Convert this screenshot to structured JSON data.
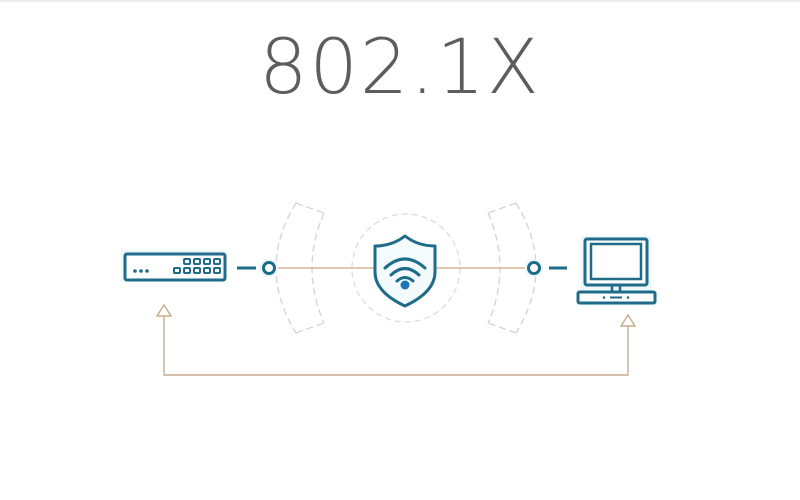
{
  "title": "802.1X",
  "colors": {
    "background": "#ffffff",
    "title_text": "#5d5d5d",
    "icon_stroke": "#1e6b8a",
    "icon_accent": "#1b75b8",
    "icon_glow": "#e6f6fb",
    "link_line": "#d7b89a",
    "feedback_line": "#c9ad8f",
    "arrow_fill": "#ffffff",
    "dashed_arcs": "#cfcfcf"
  },
  "nodes": [
    {
      "id": "supplicant-switch",
      "icon": "network-switch-icon",
      "position": "left"
    },
    {
      "id": "authenticator",
      "icon": "shield-wifi-icon",
      "position": "center"
    },
    {
      "id": "client-computer",
      "icon": "desktop-computer-icon",
      "position": "right"
    }
  ],
  "connectors": [
    {
      "id": "left-port",
      "icon": "port-circle-icon"
    },
    {
      "id": "right-port",
      "icon": "port-circle-icon"
    }
  ],
  "links": [
    {
      "from": "left-port",
      "to": "right-port",
      "style": "solid",
      "via": "authenticator"
    },
    {
      "from": "client-computer",
      "to": "supplicant-switch",
      "style": "solid",
      "arrows": "both-up"
    }
  ]
}
